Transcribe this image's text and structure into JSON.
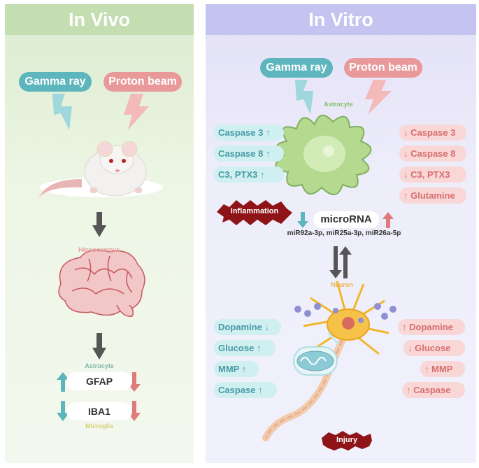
{
  "in_vivo": {
    "title": "In Vivo",
    "gamma_label": "Gamma ray",
    "proton_label": "Proton beam",
    "hippocampus_label": "Hippocampus",
    "astrocyte_label": "Astrocyte",
    "microglia_label": "Microglia",
    "markers": [
      "GFAP",
      "IBA1"
    ]
  },
  "in_vitro": {
    "title": "In Vitro",
    "gamma_label": "Gamma ray",
    "proton_label": "Proton beam",
    "astrocyte_label": "Astrocyte",
    "neuron_label": "Neuron",
    "inflammation_label": "Inflammation",
    "injury_label": "Injury",
    "microrna_title": "microRNA",
    "microrna_list": "miR92a-3p, miR25a-3p, miR26a-5p",
    "astro_gamma": [
      "Caspase 3",
      "Caspase 8",
      "C3, PTX3"
    ],
    "astro_proton": [
      "Caspase 3",
      "Caspase 8",
      "C3, PTX3",
      "Glutamine"
    ],
    "neuron_gamma": [
      "Dopamine",
      "Glucose",
      "MMP",
      "Caspase"
    ],
    "neuron_proton": [
      "Dopamine",
      "Glucose",
      "MMP",
      "Caspase"
    ]
  },
  "colors": {
    "gamma": "#5db6be",
    "proton": "#e9999a",
    "dark_arrow": "#555555"
  }
}
